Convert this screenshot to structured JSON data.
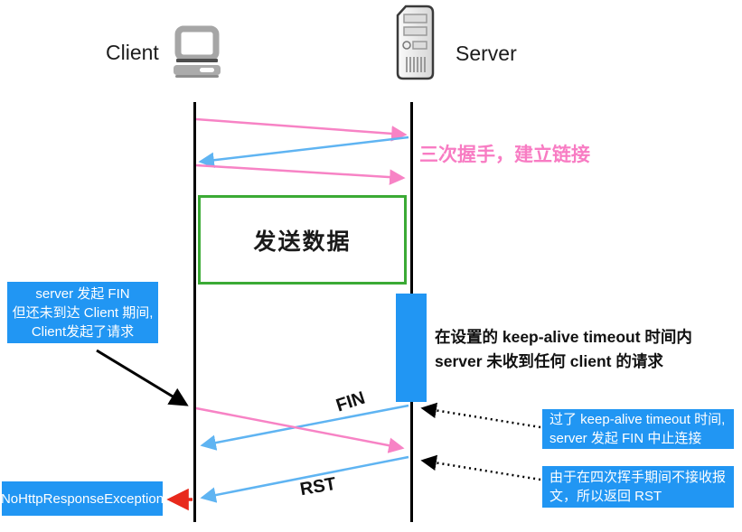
{
  "actors": {
    "client": "Client",
    "server": "Server"
  },
  "labels": {
    "handshake": "三次握手，建立链接",
    "send_data": "发送数据",
    "fin": "FIN",
    "rst": "RST",
    "keepalive": {
      "line1": "在设置的 keep-alive timeout 时间内",
      "line2": "server 未收到任何 client 的请求"
    }
  },
  "callouts": {
    "left": {
      "lines": [
        "server 发起 FIN",
        "但还未到达 Client 期间,",
        "Client发起了请求"
      ]
    },
    "timeout": {
      "lines": [
        "过了 keep-alive timeout 时间,",
        "server 发起 FIN 中止连接"
      ]
    },
    "rst_reason": {
      "lines": [
        "由于在四次挥手期间不接收报",
        "文，所以返回 RST"
      ]
    },
    "exception": "NoHttpResponseException"
  },
  "colors": {
    "pink_arrow": "#f783c5",
    "blue_arrow": "#5fb4f2",
    "callout_blue": "#2196f3",
    "green_border": "#3baa35",
    "red_arrow": "#e8291c",
    "lifeline_black": "#000000"
  }
}
